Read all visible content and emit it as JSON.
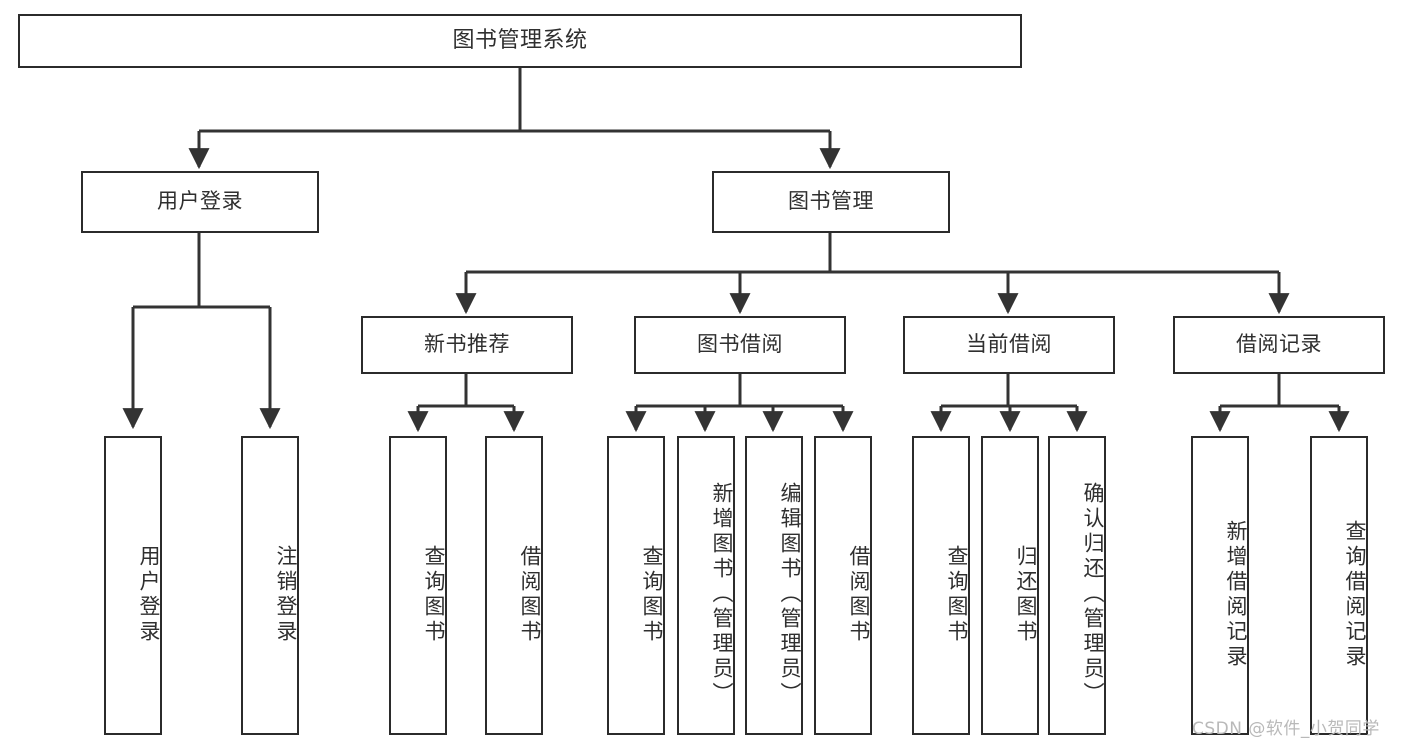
{
  "diagram": {
    "title": "图书管理系统",
    "type": "tree-hierarchy",
    "root": {
      "label": "图书管理系统"
    },
    "level2": [
      {
        "label": "用户登录"
      },
      {
        "label": "图书管理"
      }
    ],
    "level3": [
      {
        "label": "新书推荐"
      },
      {
        "label": "图书借阅"
      },
      {
        "label": "当前借阅"
      },
      {
        "label": "借阅记录"
      }
    ],
    "leaves": {
      "user_login": [
        {
          "label": "用户登录"
        },
        {
          "label": "注销登录"
        }
      ],
      "new_book_recommend": [
        {
          "label": "查询图书"
        },
        {
          "label": "借阅图书"
        }
      ],
      "book_borrow": [
        {
          "label": "查询图书"
        },
        {
          "label": "新增图书（管理员）"
        },
        {
          "label": "编辑图书（管理员）"
        },
        {
          "label": "借阅图书"
        }
      ],
      "current_borrow": [
        {
          "label": "查询图书"
        },
        {
          "label": "归还图书"
        },
        {
          "label": "确认归还（管理员）"
        }
      ],
      "borrow_record": [
        {
          "label": "新增借阅记录"
        },
        {
          "label": "查询借阅记录"
        }
      ]
    }
  },
  "watermark": {
    "text": "CSDN @软件_小贺同学"
  },
  "colors": {
    "border": "#2b2b2b",
    "text": "#2f2f2f",
    "background": "#ffffff",
    "connector": "#333333",
    "watermark": "#b9b9b9"
  }
}
